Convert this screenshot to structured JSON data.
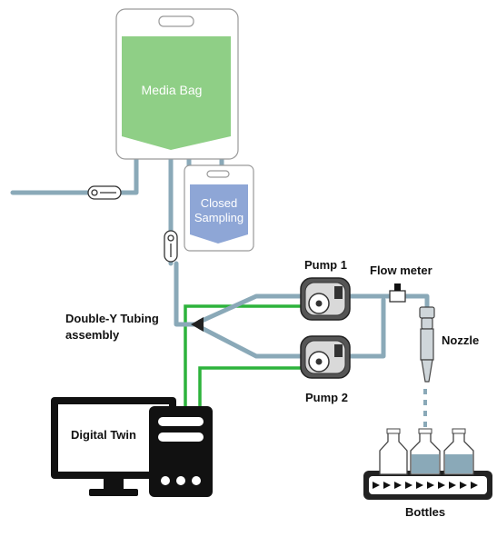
{
  "labels": {
    "media_bag": "Media Bag",
    "closed_sampling_line1": "Closed",
    "closed_sampling_line2": "Sampling",
    "pump1": "Pump 1",
    "pump2": "Pump 2",
    "flow_meter": "Flow meter",
    "double_y_line1": "Double-Y Tubing",
    "double_y_line2": "assembly",
    "nozzle": "Nozzle",
    "digital_twin": "Digital Twin",
    "bottles": "Bottles"
  },
  "colors": {
    "tubing": "#8aa9b8",
    "signal_line": "#2db33c",
    "media_fill": "#8fcf86",
    "sampling_fill": "#8ea6d6",
    "device": "#111111",
    "bottle_liquid": "#8aa9b8"
  },
  "icons": {
    "pump": "peristaltic-pump-icon",
    "computer": "computer-monitor-icon",
    "server": "server-tower-icon",
    "clamp": "tube-clamp-icon",
    "nozzle": "filling-nozzle-icon",
    "conveyor": "conveyor-belt-icon",
    "bottle": "bottle-icon"
  }
}
